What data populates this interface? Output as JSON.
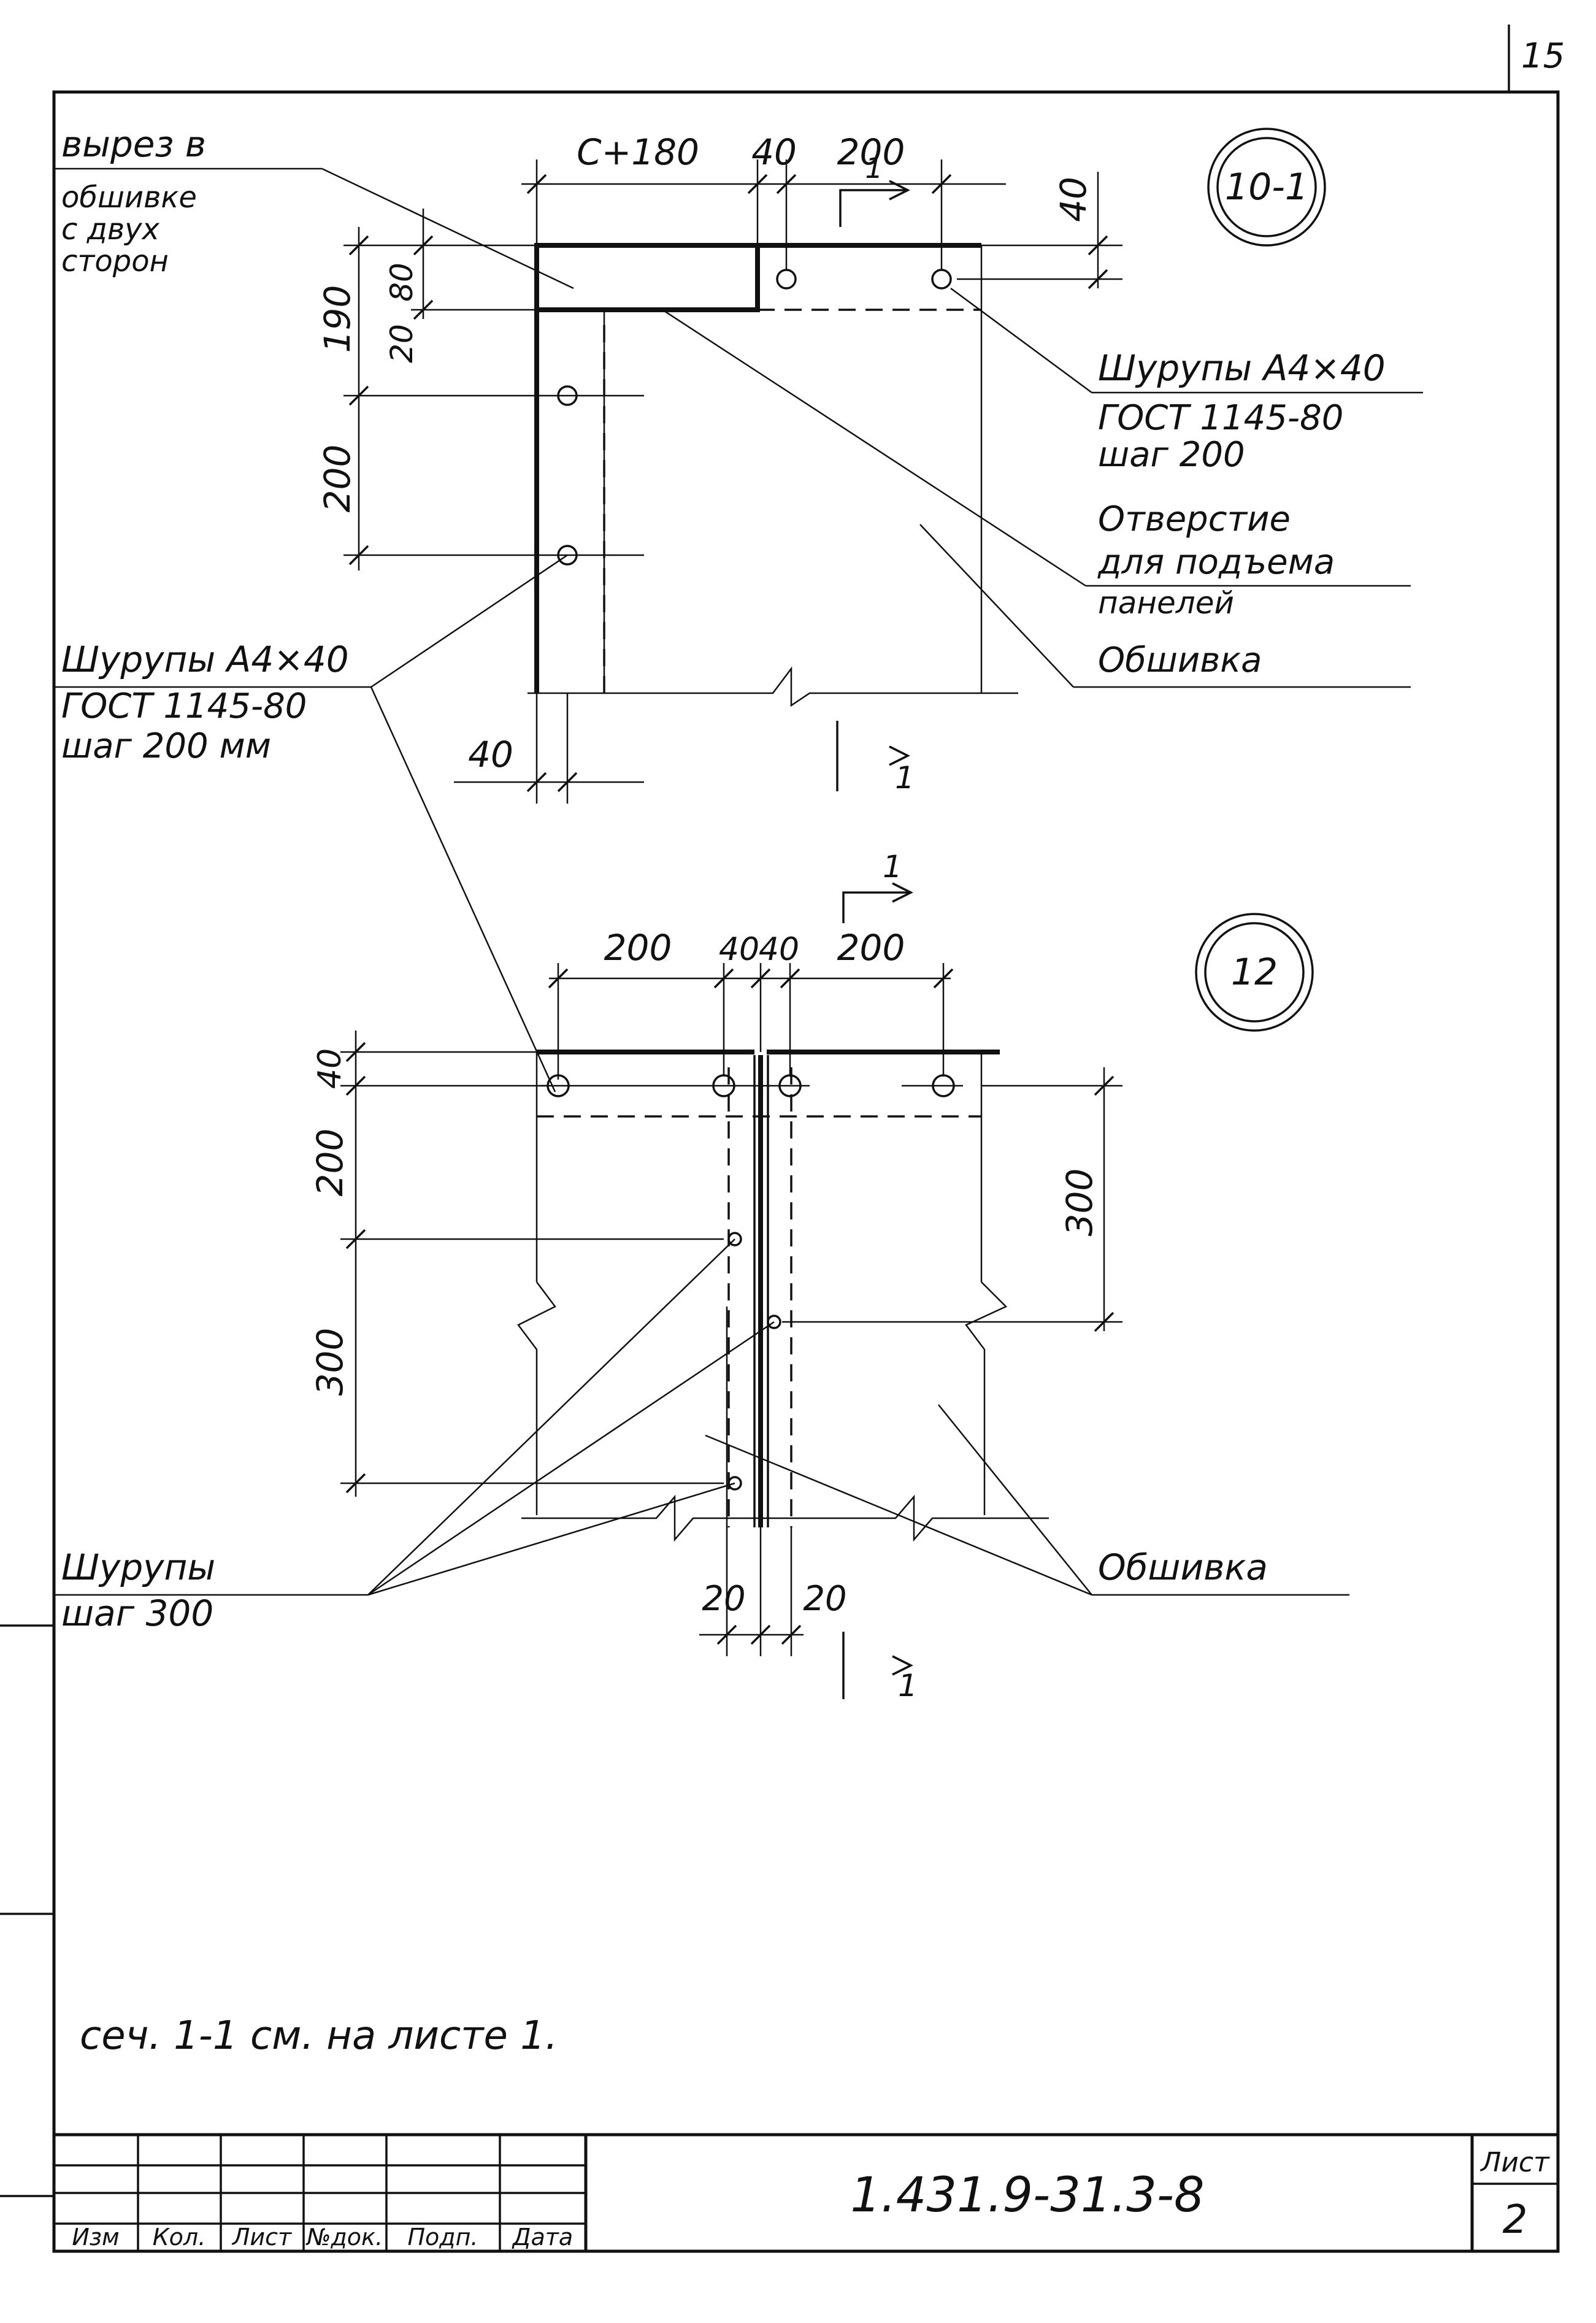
{
  "page_number": "15",
  "detail_10_1": {
    "marker": "10-1",
    "dims_top": [
      "C+180",
      "40",
      "200"
    ],
    "dim_right": "40",
    "dims_left": [
      "190",
      "20",
      "80",
      "200"
    ],
    "dim_bottom": "40",
    "section_mark": "1",
    "cutout_note": [
      "вырез в",
      "обшивке",
      "с двух",
      "сторон"
    ],
    "screws_right": [
      "Шурупы А4×40",
      "ГОСТ 1145-80",
      "шаг 200"
    ],
    "hole_note": [
      "Отверстие",
      "для подъема",
      "панелей"
    ],
    "cladding": "Обшивка",
    "screws_left": [
      "Шурупы А4×40",
      "ГОСТ 1145-80",
      "шаг 200 мм"
    ]
  },
  "detail_12": {
    "marker": "12",
    "dims_top": [
      "200",
      "40",
      "40",
      "200"
    ],
    "dims_left": [
      "40",
      "200",
      "300"
    ],
    "dim_right": "300",
    "dims_bottom": [
      "20",
      "20"
    ],
    "section_mark": "1",
    "screws": [
      "Шурупы",
      "шаг 300"
    ],
    "cladding": "Обшивка"
  },
  "section_note": "сеч. 1-1 см. на листе 1.",
  "title_block": {
    "headers": [
      "Изм",
      "Кол.",
      "Лист",
      "№док.",
      "Подп.",
      "Дата"
    ],
    "designation": "1.431.9-31.3-8",
    "sheet_label": "Лист",
    "sheet_number": "2"
  }
}
